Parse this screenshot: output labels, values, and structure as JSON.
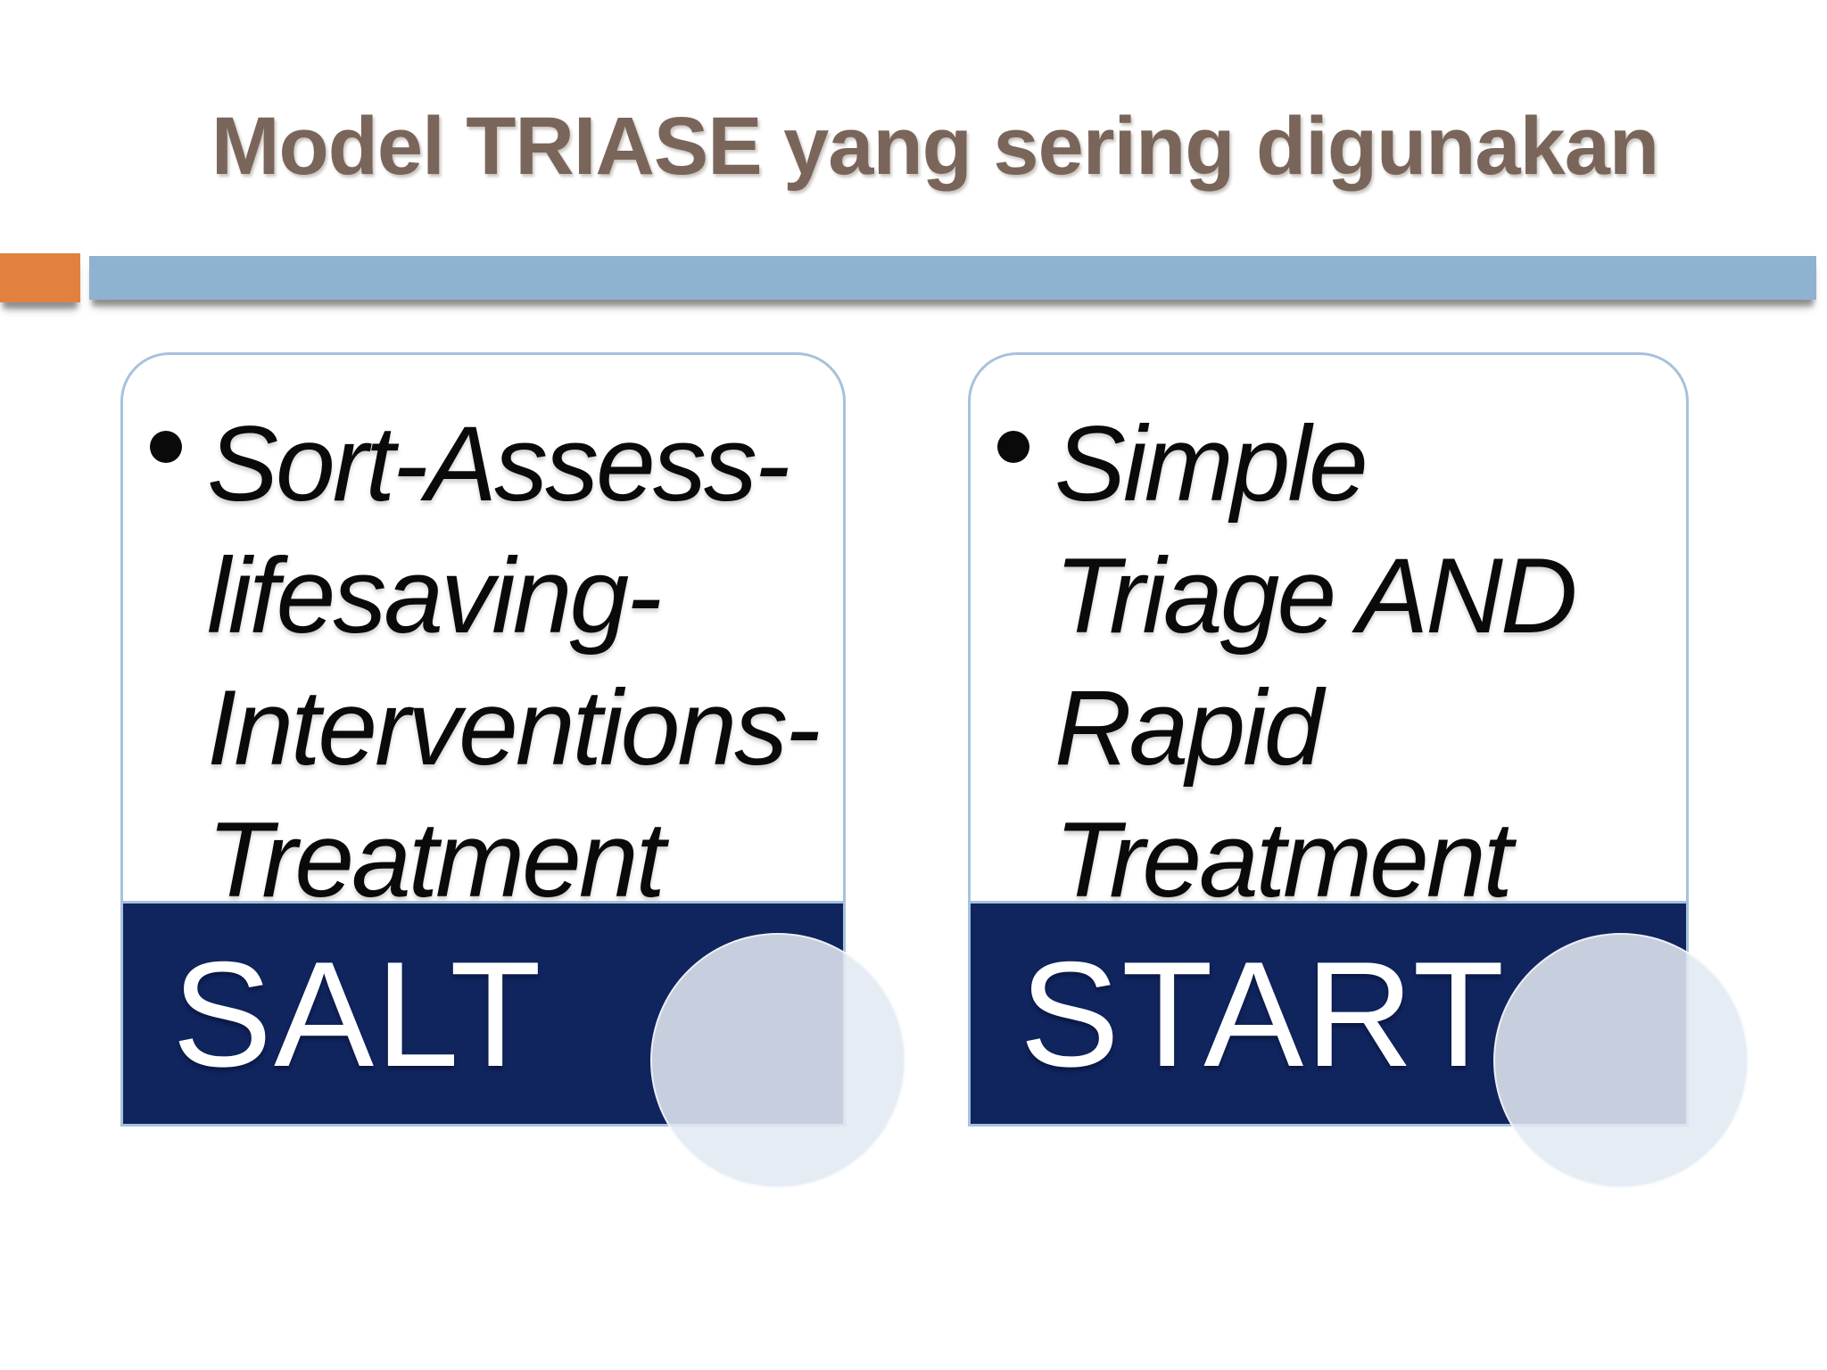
{
  "slide": {
    "title": "Model TRIASE yang sering digunakan",
    "cards": [
      {
        "id": "salt",
        "full_text": "Sort-Assess-lifesaving-Interventions-Treatment",
        "lines": [
          "Sort-Assess-",
          "lifesaving-",
          "Interventions-",
          "Treatment"
        ],
        "label": "SALT"
      },
      {
        "id": "start",
        "full_text": "Simple Triage AND Rapid Treatment",
        "lines": [
          "Simple",
          "Triage AND",
          "Rapid",
          "Treatment"
        ],
        "label": "START"
      }
    ],
    "colors": {
      "title": "#7A655A",
      "accent_orange": "#E0813F",
      "accent_blue": "#8FB2D0",
      "card_border": "#A6C2DC",
      "navy": "#10245E",
      "label_text": "#FFFFFF",
      "body_text": "#0A0A0A",
      "circle": "#E3EAF2"
    }
  }
}
